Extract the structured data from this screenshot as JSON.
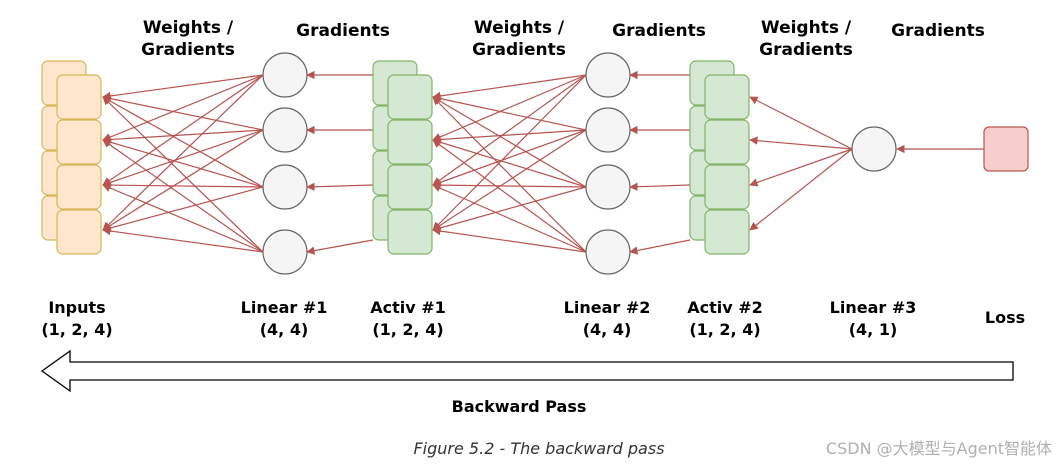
{
  "headers": {
    "weights1": [
      "Weights /",
      "Gradients"
    ],
    "grad1": "Gradients",
    "weights2": [
      "Weights /",
      "Gradients"
    ],
    "grad2": "Gradients",
    "weights3": [
      "Weights /",
      "Gradients"
    ],
    "grad3": "Gradients"
  },
  "layers": {
    "inputs": [
      "Inputs",
      "(1, 2, 4)"
    ],
    "linear1": [
      "Linear #1",
      "(4, 4)"
    ],
    "activ1": [
      "Activ #1",
      "(1, 2, 4)"
    ],
    "linear2": [
      "Linear #2",
      "(4, 4)"
    ],
    "activ2": [
      "Activ #2",
      "(1, 2, 4)"
    ],
    "linear3": [
      "Linear #3",
      "(4, 1)"
    ],
    "loss": [
      "Loss"
    ]
  },
  "arrow_label": "Backward Pass",
  "caption": "Figure 5.2 - The backward pass",
  "watermark": "CSDN @大模型与Agent智能体",
  "colors": {
    "edge": "#b85450",
    "input_fill": "#ffe6cc",
    "input_stroke": "#d6b656",
    "activ_fill": "#d5e8d4",
    "activ_stroke": "#82b366",
    "neuron_fill": "#f5f5f5",
    "neuron_stroke": "#666666",
    "loss_fill": "#f8cecc",
    "loss_stroke": "#b85450"
  }
}
